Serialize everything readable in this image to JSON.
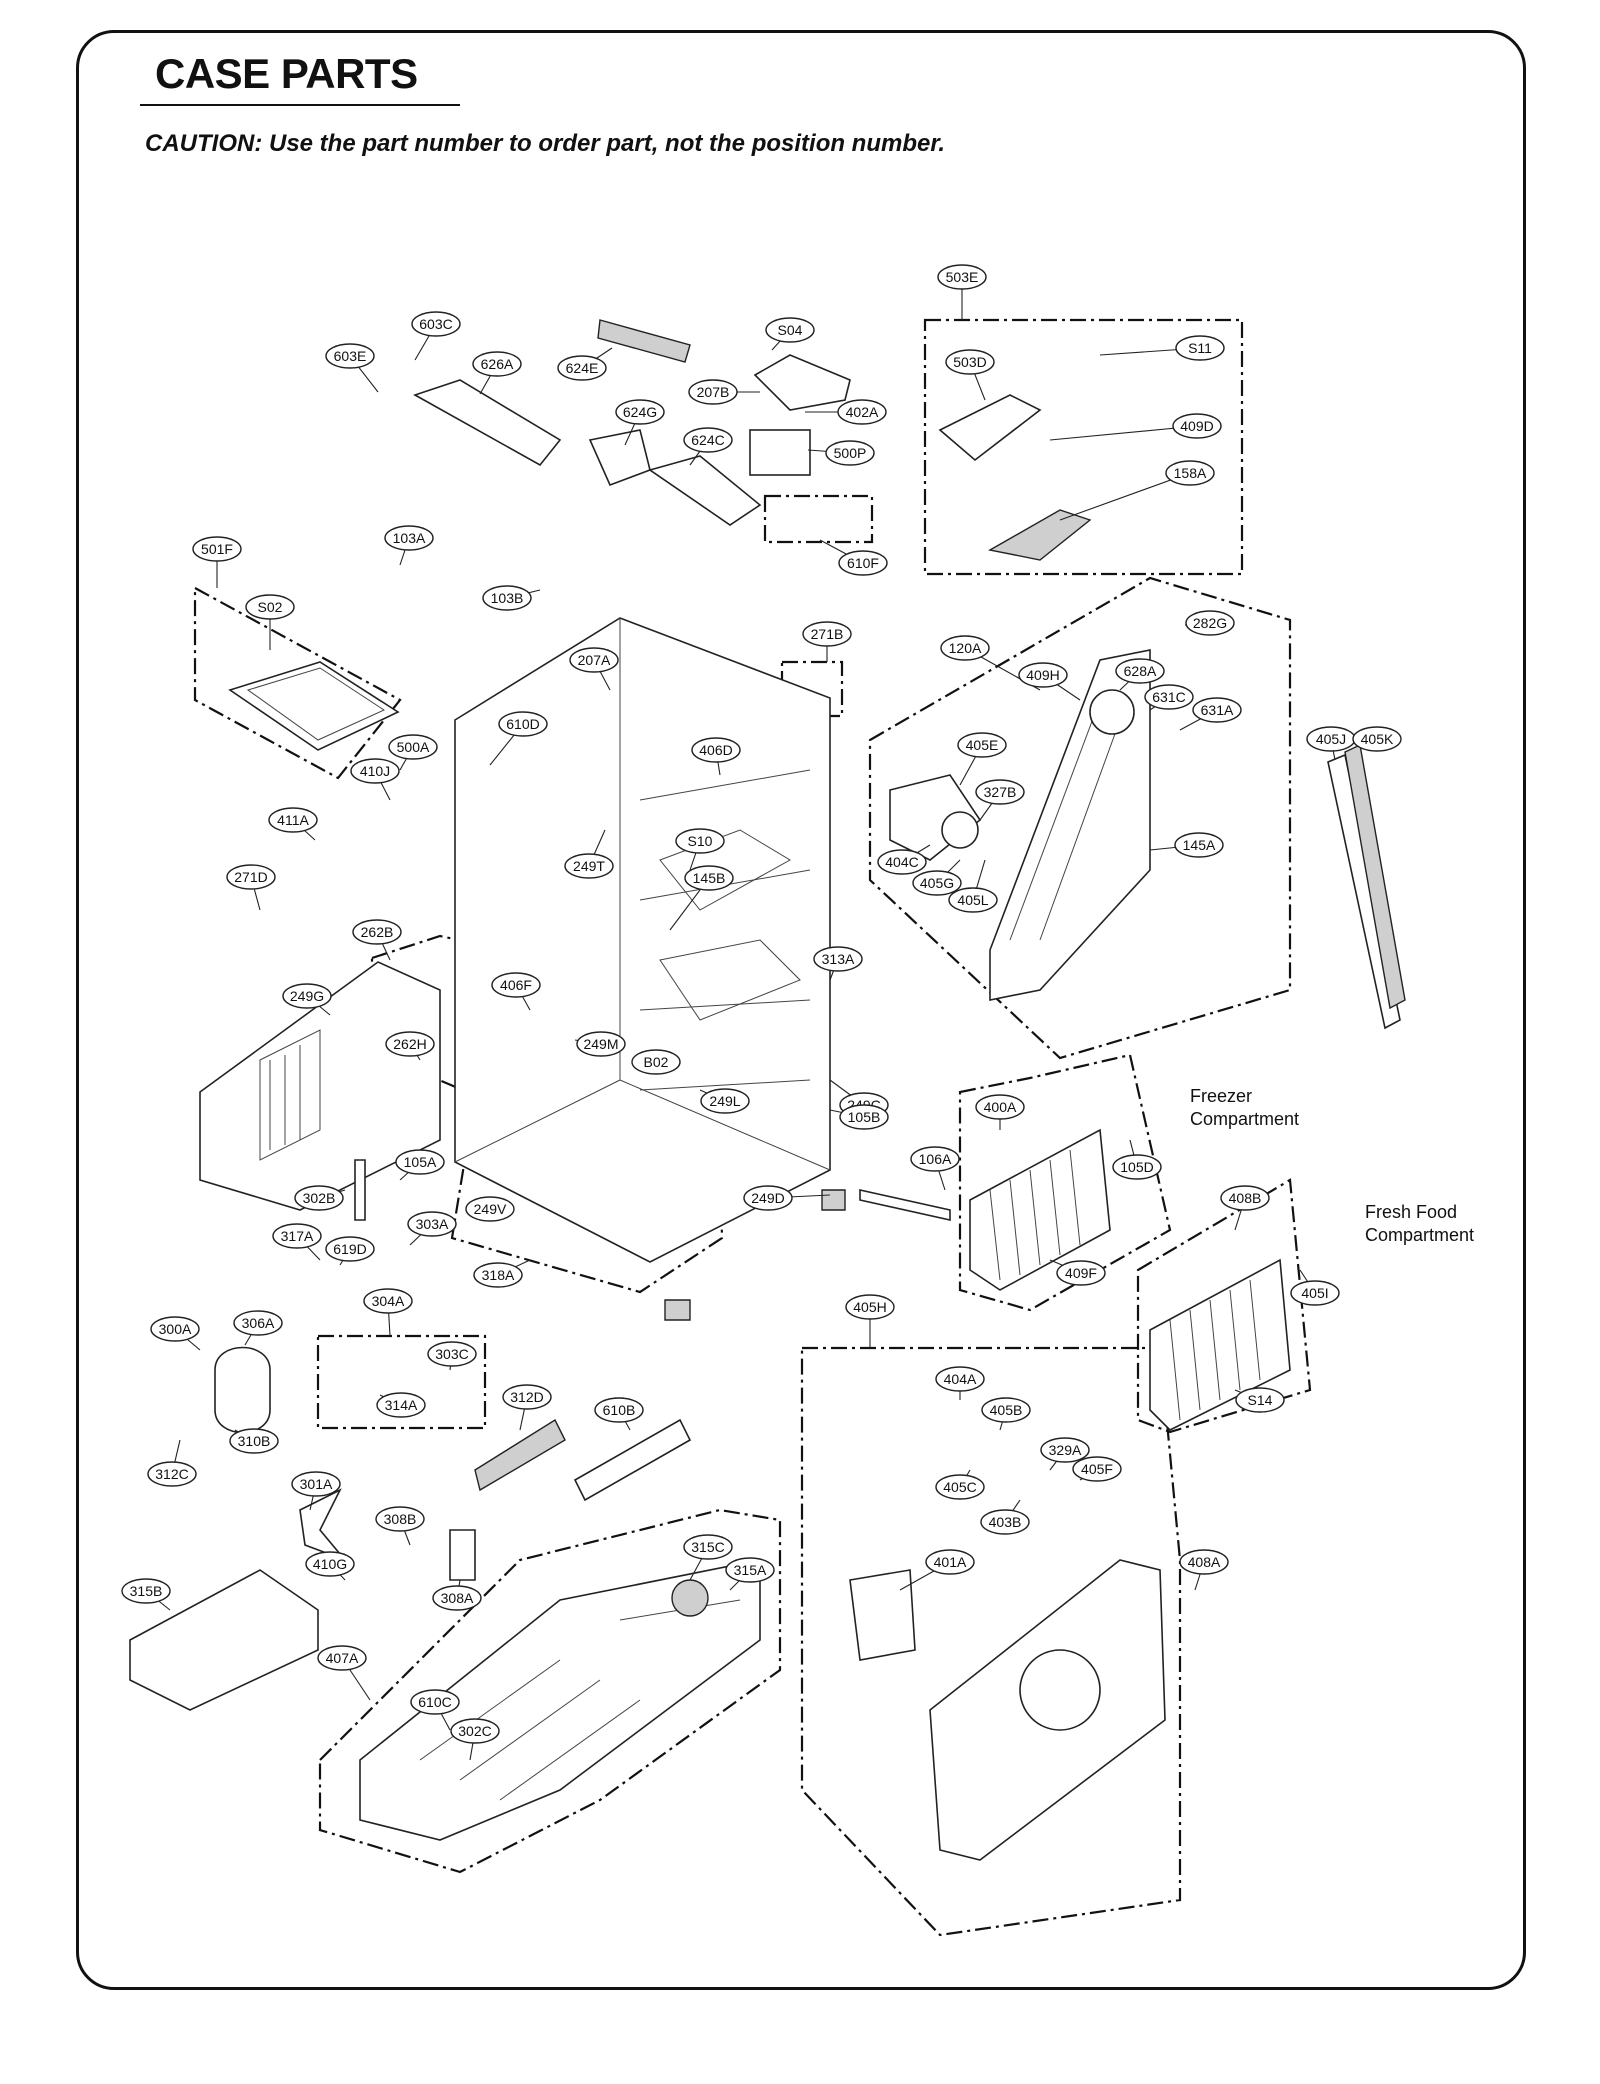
{
  "page": {
    "title": "CASE PARTS",
    "caution": "CAUTION: Use the part number to order part, not the position number."
  },
  "notes": {
    "freezer": [
      "Freezer",
      "Compartment"
    ],
    "fresh_food": [
      "Fresh Food",
      "Compartment"
    ]
  },
  "labels": [
    "503E",
    "S04",
    "603C",
    "603E",
    "626A",
    "624E",
    "207B",
    "402A",
    "503D",
    "S11",
    "409D",
    "158A",
    "624G",
    "624C",
    "500P",
    "610F",
    "501F",
    "S02",
    "103A",
    "103B",
    "271B",
    "282G",
    "120A",
    "409H",
    "628A",
    "631C",
    "631A",
    "207A",
    "610D",
    "406D",
    "405E",
    "327B",
    "S10",
    "145B",
    "404C",
    "405G",
    "405L",
    "145A",
    "405J",
    "405K",
    "410J",
    "500A",
    "411A",
    "271D",
    "249T",
    "262B",
    "313A",
    "249G",
    "406F",
    "249M",
    "262H",
    "B02",
    "249L",
    "249C",
    "105B",
    "105A",
    "302B",
    "400A",
    "105D",
    "106A",
    "249D",
    "249V",
    "318A",
    "317A",
    "619D",
    "303A",
    "304A",
    "303C",
    "314A",
    "300A",
    "306A",
    "310B",
    "312C",
    "312D",
    "610B",
    "405H",
    "404A",
    "405B",
    "329A",
    "405F",
    "405C",
    "403B",
    "301A",
    "308B",
    "410G",
    "308A",
    "315B",
    "315C",
    "315A",
    "407A",
    "610C",
    "302C",
    "401A",
    "408A",
    "408B",
    "405I",
    "409F",
    "S14"
  ]
}
